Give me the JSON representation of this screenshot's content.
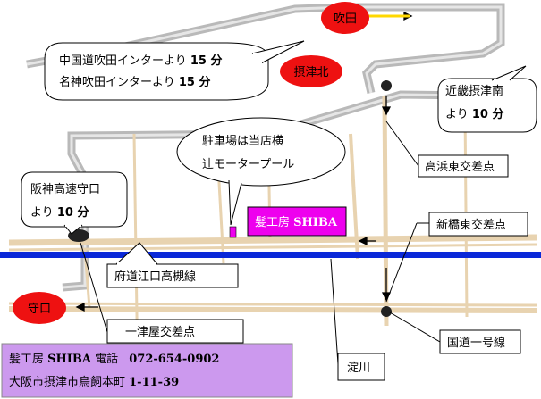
{
  "places": {
    "suita": "吹田",
    "settsu_kita": "摂津北",
    "moriguchi": "守口"
  },
  "callouts": {
    "chugoku_line1": "中国道吹田インターより ",
    "chugoku_time1": "15 分",
    "meishin_line2": "名神吹田インターより ",
    "meishin_time2": "15 分",
    "kintetsu_line1": "近畿摂津南",
    "kintetsu_line2": "より ",
    "kintetsu_time": "10 分",
    "parking_line1": "駐車場は当店横",
    "parking_line2": "辻モータープール",
    "hanshin_line1": "阪神高速守口",
    "hanshin_line2": "より ",
    "hanshin_time": "10 分"
  },
  "labels": {
    "takahama": "高浜東交差点",
    "shinbashi": "新橋東交差点",
    "fudou": "府道江口高槻線",
    "ichitsuya": "一津屋交差点",
    "kokudo": "国道一号線",
    "yodogawa": "淀川"
  },
  "shop": {
    "name_jp": "髪工房 ",
    "name_en": "SHIBA"
  },
  "info": {
    "line1_name": "髪工房 ",
    "line1_en": "SHIBA",
    "line1_tel_label": " 電話 ",
    "line1_tel": "072-654-0902",
    "line2_address": "大阪市摂津市鳥飼本町 ",
    "line2_number": "1-11-39"
  },
  "colors": {
    "road_gray": "#b9b9b9",
    "road_tan": "#e8d3b0",
    "river_blue": "#0a28d8",
    "marker_red": "#ee1111",
    "shop_fill": "#ee00ee",
    "info_fill": "#cc99ee"
  }
}
